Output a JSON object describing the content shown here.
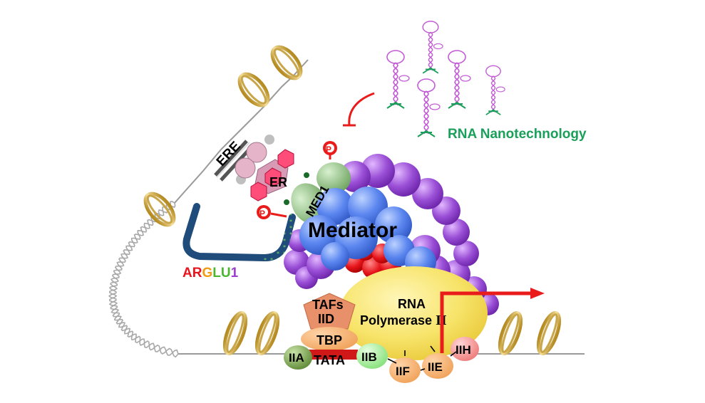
{
  "labels": {
    "rna_nanotech": "RNA Nanotechnology",
    "ere": "ERE",
    "er": "ER",
    "med1": "MED1",
    "mediator": "Mediator",
    "phospho": "P",
    "arglu1": [
      "AR",
      "G",
      "LU",
      "1"
    ],
    "tafs": "TAFs",
    "iid": "IID",
    "rna": "RNA",
    "polymerase": "Polymerase",
    "pol_numeral": "II",
    "tbp": "TBP",
    "tata": "TATA",
    "iia": "IIA",
    "iib": "IIB",
    "iif": "IIF",
    "iie": "IIE",
    "iih": "IIH"
  },
  "colors": {
    "rna_nanotech": "#1aa05a",
    "arglu1": [
      "#e8141e",
      "#f29b12",
      "#49b82f",
      "#9b3fd1"
    ],
    "mediator_purple": "#9a4fd6",
    "mediator_blue": "#5b86ef",
    "med1_green": "#7fb773",
    "pol_yellow": "#f7e46a",
    "red_arrow": "#ea1b1b"
  }
}
